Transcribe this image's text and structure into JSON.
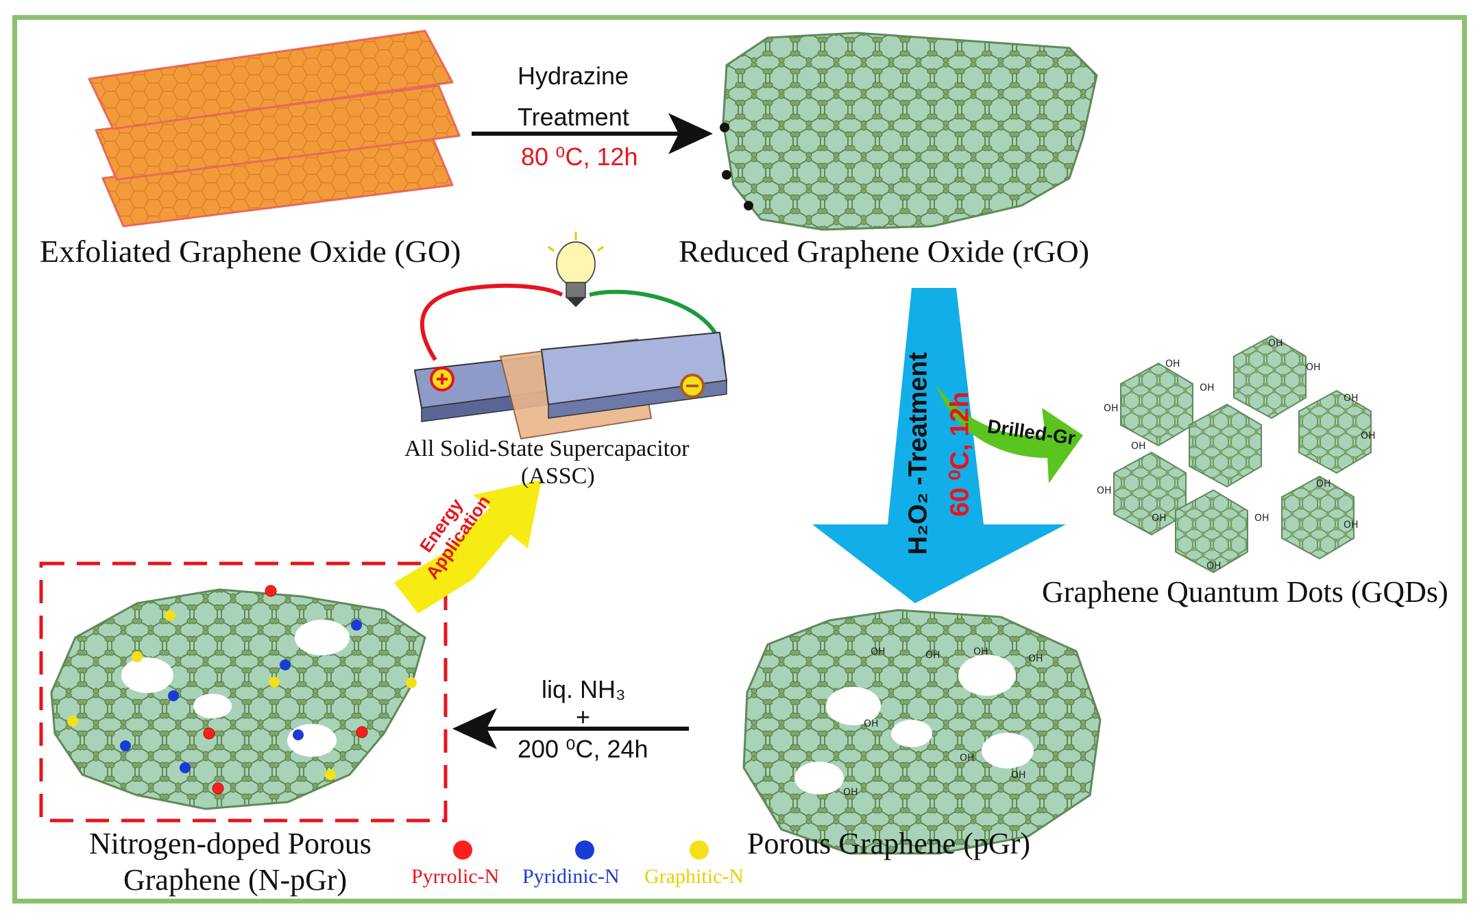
{
  "colors": {
    "frame": "#8cc070",
    "go_sheet": "#f39a3a",
    "graphene_fill": "#a9d3b8",
    "graphene_atom": "#7fa56a",
    "arrow_black": "#111111",
    "arrow_blue": "#12aee8",
    "arrow_green": "#5bc41e",
    "arrow_yellow": "#f6ec14",
    "pyrrolic": "#ff1f1f",
    "pyridinic": "#1a3bd6",
    "graphitic": "#f3e018",
    "condition_red": "#e8141c"
  },
  "labels": {
    "go": "Exfoliated Graphene Oxide (GO)",
    "rgo": "Reduced Graphene Oxide (rGO)",
    "gqd": "Graphene Quantum Dots (GQDs)",
    "pgr": "Porous Graphene (pGr)",
    "npgr_line1": "Nitrogen-doped Porous",
    "npgr_line2": "Graphene (N-pGr)",
    "assc_line1": "All Solid-State Supercapacitor",
    "assc_line2": "(ASSC)"
  },
  "step1": {
    "line1": "Hydrazine",
    "line2": "Treatment",
    "condition": "80 ⁰C, 12h"
  },
  "step2": {
    "reagent": "H₂O₂ -Treatment",
    "condition": "60 ⁰C, 12h",
    "branch": "Drilled-Gr"
  },
  "step3": {
    "line1": "liq. NH₃",
    "line2": "+",
    "line3": "200 ⁰C, 24h"
  },
  "energy": {
    "line1": "Energy",
    "line2": "Application"
  },
  "legend": [
    {
      "name": "Pyrrolic-N",
      "color": "#ff1f1f"
    },
    {
      "name": "Pyridinic-N",
      "color": "#1a3bd6"
    },
    {
      "name": "Graphitic-N",
      "color": "#f3e018"
    }
  ],
  "oh_label": "OH"
}
